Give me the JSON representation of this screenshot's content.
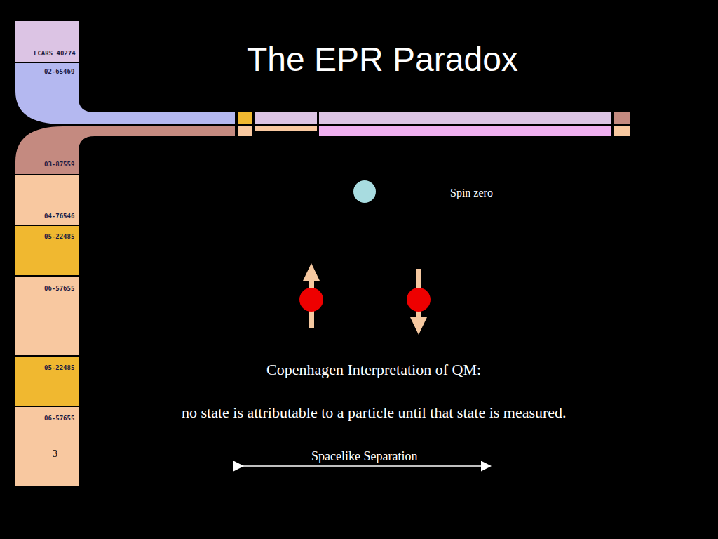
{
  "diagram": {
    "title": "The EPR Paradox",
    "labels": [
      "LCARS 40274",
      "02-65469",
      "03-87559",
      "04-76546",
      "05-22485",
      "06-57655",
      "05-22485",
      "06-57655",
      "3",
      "Spin zero",
      "Copenhagen Interpretation of QM:",
      "no state is attributable to a particle until that state is measured.",
      "Spacelike Separation"
    ]
  }
}
